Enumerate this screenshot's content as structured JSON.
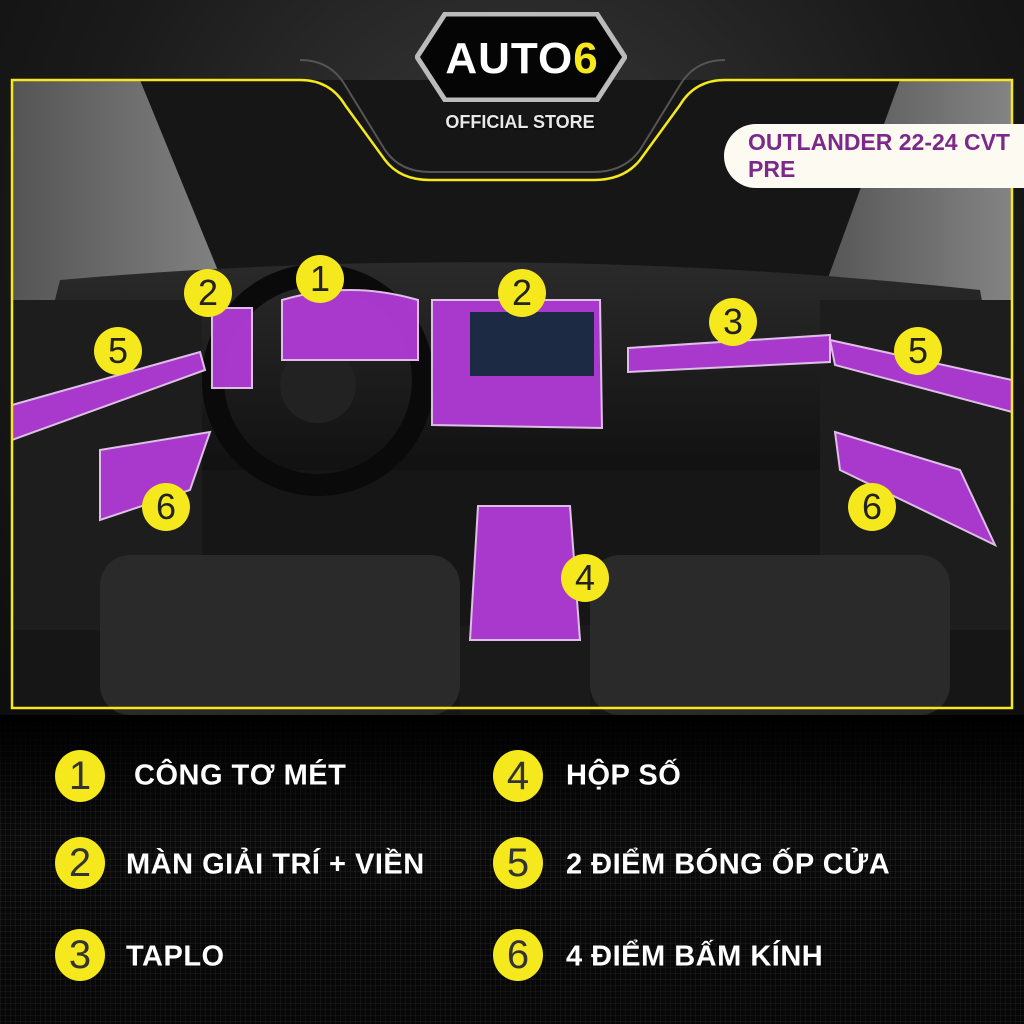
{
  "brand": {
    "name_main": "AUTO",
    "name_accent": "6",
    "subtitle": "OFFICIAL STORE"
  },
  "product_model": "OUTLANDER 22-24 CVT PRE",
  "colors": {
    "accent_yellow": "#f5e81c",
    "film_purple": "#b13bd6",
    "model_text": "#7b2a8a"
  },
  "photo_markers": [
    "2",
    "1",
    "2",
    "3",
    "5",
    "5",
    "6",
    "6",
    "4"
  ],
  "legend": [
    {
      "num": "1",
      "label": "CÔNG TƠ MÉT"
    },
    {
      "num": "2",
      "label": "MÀN GIẢI TRÍ + VIỀN"
    },
    {
      "num": "3",
      "label": "TAPLO"
    },
    {
      "num": "4",
      "label": "HỘP SỐ"
    },
    {
      "num": "5",
      "label": "2 ĐIỂM BÓNG ỐP CỬA"
    },
    {
      "num": "6",
      "label": "4 ĐIỂM BẤM KÍNH"
    }
  ]
}
